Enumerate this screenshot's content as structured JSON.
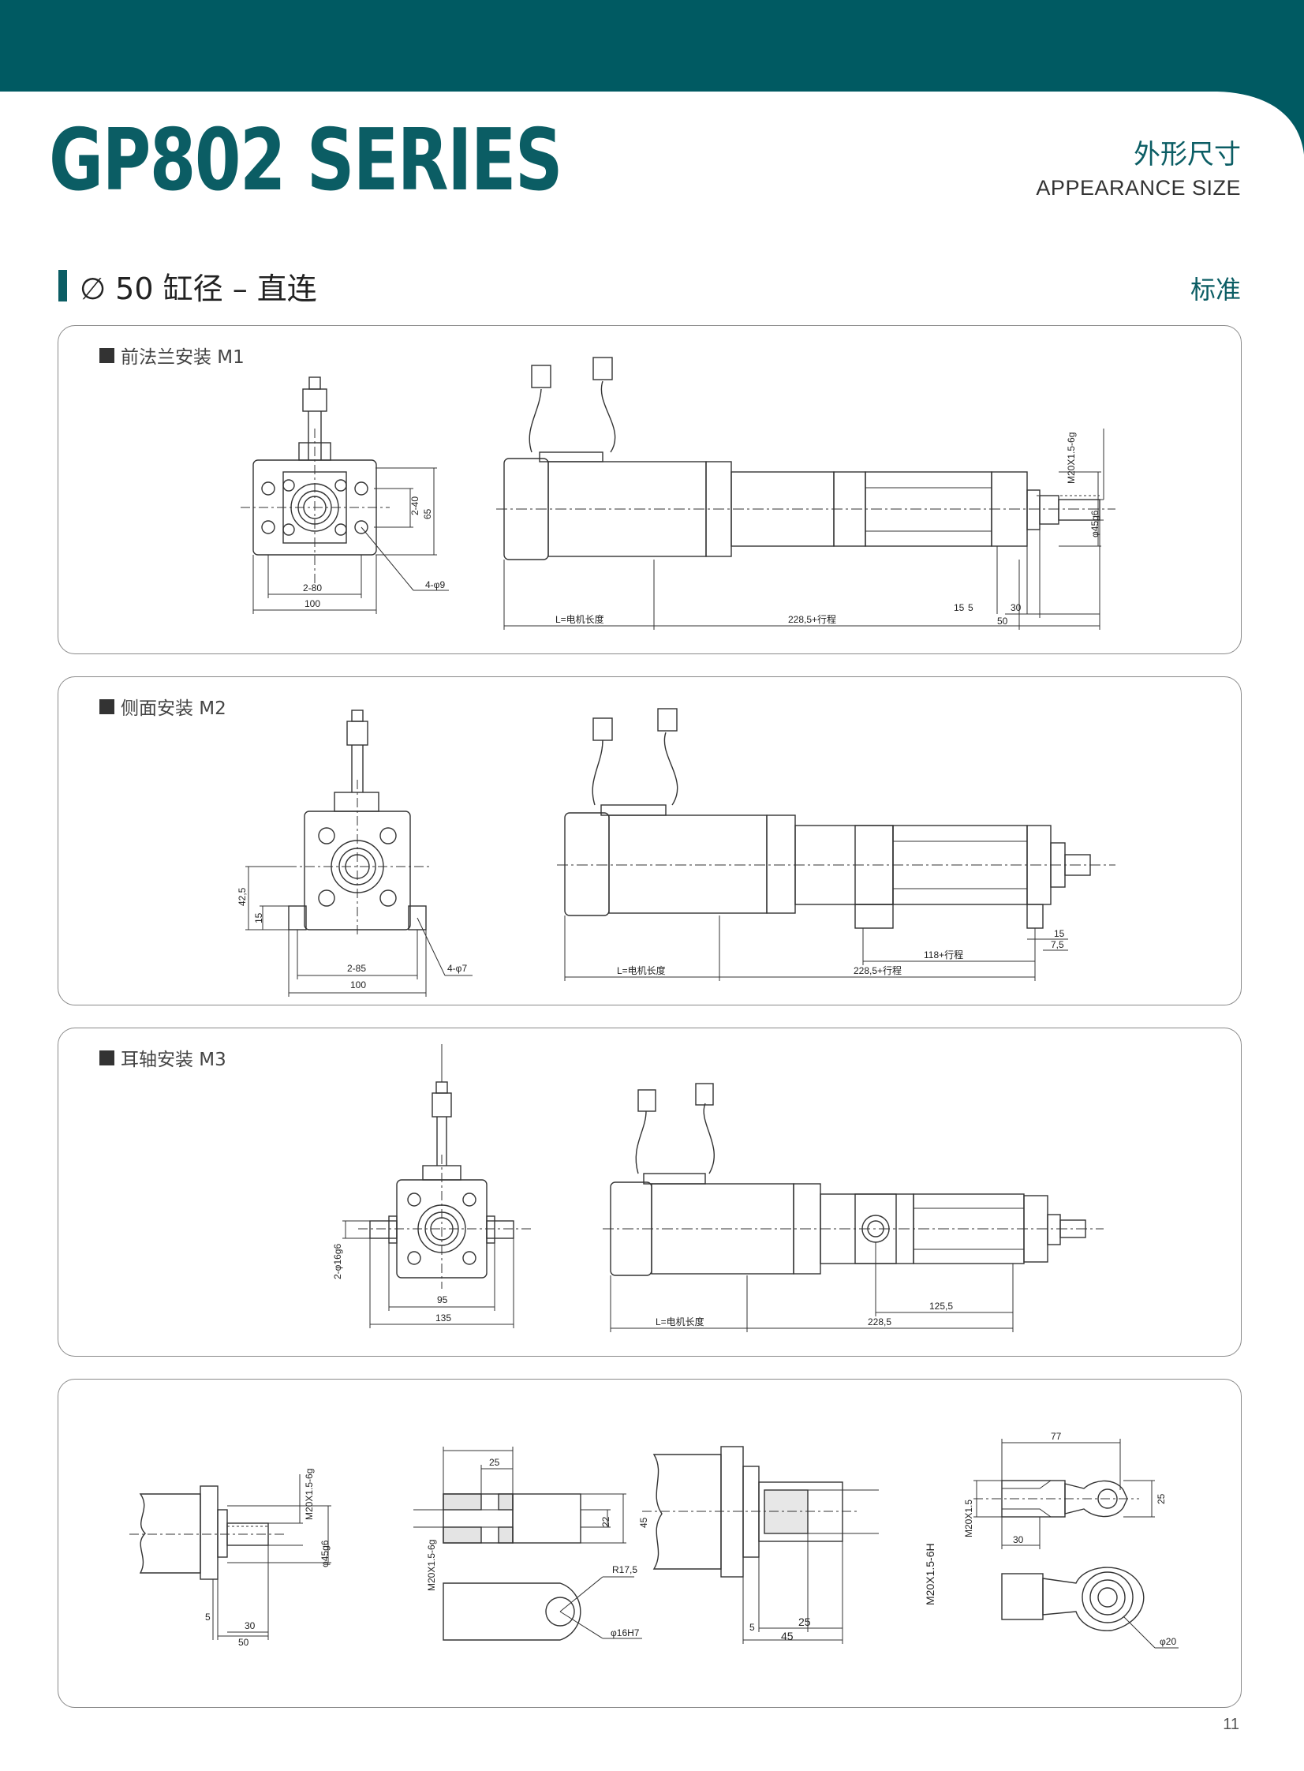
{
  "header": {
    "series_title": "GP802 SERIES",
    "cn_subtitle": "外形尺寸",
    "en_subtitle": "APPEARANCE SIZE"
  },
  "section": {
    "title": "∅ 50 缸径 – 直连",
    "tag": "标准"
  },
  "panels": [
    {
      "label": "前法兰安装 M1",
      "dims": [
        "2-40",
        "65",
        "2-80",
        "100",
        "4-φ9",
        "L=电机长度",
        "228,5+行程",
        "15",
        "5",
        "30",
        "50",
        "M20X1.5-6g",
        "φ45g6"
      ]
    },
    {
      "label": "侧面安装 M2",
      "dims": [
        "42,5",
        "15",
        "2-85",
        "100",
        "4-φ7",
        "L=电机长度",
        "228,5+行程",
        "118+行程",
        "15",
        "7,5"
      ]
    },
    {
      "label": "耳轴安装 M3",
      "dims": [
        "2-φ16g6",
        "95",
        "135",
        "L=电机长度",
        "228,5",
        "125,5"
      ]
    },
    {
      "label": "",
      "dims": [
        "M20X1.5-6g",
        "φ45g6",
        "5",
        "30",
        "50",
        "25",
        "22",
        "45",
        "M20X1.5-6g",
        "R17,5",
        "φ16H7",
        "M20X1.5-6H",
        "5",
        "25",
        "45",
        "77",
        "25",
        "30",
        "M20X1.5",
        "φ20"
      ]
    }
  ],
  "page_number": "11",
  "colors": {
    "brand": "#005a62",
    "title": "#0b5d64",
    "line": "#333333"
  }
}
